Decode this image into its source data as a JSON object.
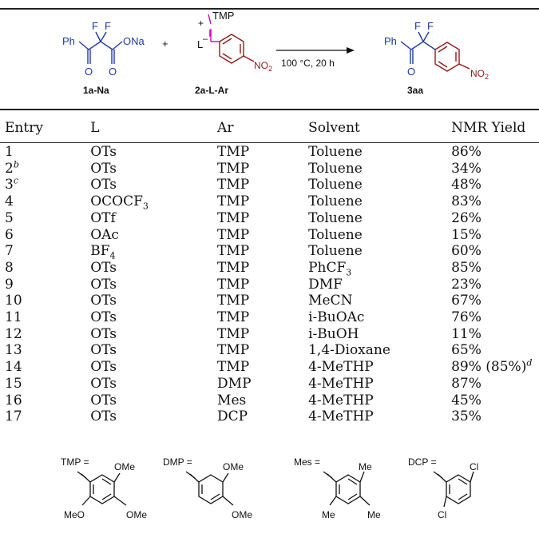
{
  "scheme": {
    "reactant1": {
      "ph": "Ph",
      "f1": "F",
      "f2": "F",
      "ona": "ONa",
      "o1": "O",
      "o2": "O",
      "label": "1a-Na"
    },
    "plus": "+",
    "reactant2": {
      "tmp": "TMP",
      "iodine": "I",
      "ligand": "L",
      "minus": "–",
      "plus_charge": "+",
      "no2": "NO2",
      "label": "2a-L-Ar"
    },
    "conditions": "100 °C, 20 h",
    "product": {
      "ph": "Ph",
      "f1": "F",
      "f2": "F",
      "o": "O",
      "no2": "NO2",
      "label": "3aa"
    }
  },
  "table": {
    "headers": [
      "Entry",
      "L",
      "Ar",
      "Solvent",
      "NMR Yield"
    ],
    "rows": [
      {
        "entry": "1",
        "entry_note": "",
        "l": "OTs",
        "l_sub": "",
        "ar": "TMP",
        "solvent": "Toluene",
        "solvent_sub": "",
        "yield": "86%",
        "yield_extra": "",
        "yield_note": ""
      },
      {
        "entry": "2",
        "entry_note": "b",
        "l": "OTs",
        "l_sub": "",
        "ar": "TMP",
        "solvent": "Toluene",
        "solvent_sub": "",
        "yield": "34%",
        "yield_extra": "",
        "yield_note": ""
      },
      {
        "entry": "3",
        "entry_note": "c",
        "l": "OTs",
        "l_sub": "",
        "ar": "TMP",
        "solvent": "Toluene",
        "solvent_sub": "",
        "yield": "48%",
        "yield_extra": "",
        "yield_note": ""
      },
      {
        "entry": "4",
        "entry_note": "",
        "l": "OCOCF",
        "l_sub": "3",
        "ar": "TMP",
        "solvent": "Toluene",
        "solvent_sub": "",
        "yield": "83%",
        "yield_extra": "",
        "yield_note": ""
      },
      {
        "entry": "5",
        "entry_note": "",
        "l": "OTf",
        "l_sub": "",
        "ar": "TMP",
        "solvent": "Toluene",
        "solvent_sub": "",
        "yield": "26%",
        "yield_extra": "",
        "yield_note": ""
      },
      {
        "entry": "6",
        "entry_note": "",
        "l": "OAc",
        "l_sub": "",
        "ar": "TMP",
        "solvent": "Toluene",
        "solvent_sub": "",
        "yield": "15%",
        "yield_extra": "",
        "yield_note": ""
      },
      {
        "entry": "7",
        "entry_note": "",
        "l": "BF",
        "l_sub": "4",
        "ar": "TMP",
        "solvent": "Toluene",
        "solvent_sub": "",
        "yield": "60%",
        "yield_extra": "",
        "yield_note": ""
      },
      {
        "entry": "8",
        "entry_note": "",
        "l": "OTs",
        "l_sub": "",
        "ar": "TMP",
        "solvent": "PhCF",
        "solvent_sub": "3",
        "yield": "85%",
        "yield_extra": "",
        "yield_note": ""
      },
      {
        "entry": "9",
        "entry_note": "",
        "l": "OTs",
        "l_sub": "",
        "ar": "TMP",
        "solvent": "DMF",
        "solvent_sub": "",
        "yield": "23%",
        "yield_extra": "",
        "yield_note": ""
      },
      {
        "entry": "10",
        "entry_note": "",
        "l": "OTs",
        "l_sub": "",
        "ar": "TMP",
        "solvent": "MeCN",
        "solvent_sub": "",
        "yield": "67%",
        "yield_extra": "",
        "yield_note": ""
      },
      {
        "entry": "11",
        "entry_note": "",
        "l": "OTs",
        "l_sub": "",
        "ar": "TMP",
        "solvent": "i-BuOAc",
        "solvent_sub": "",
        "yield": "76%",
        "yield_extra": "",
        "yield_note": ""
      },
      {
        "entry": "12",
        "entry_note": "",
        "l": "OTs",
        "l_sub": "",
        "ar": "TMP",
        "solvent": "i-BuOH",
        "solvent_sub": "",
        "yield": "11%",
        "yield_extra": "",
        "yield_note": ""
      },
      {
        "entry": "13",
        "entry_note": "",
        "l": "OTs",
        "l_sub": "",
        "ar": "TMP",
        "solvent": "1,4-Dioxane",
        "solvent_sub": "",
        "yield": "65%",
        "yield_extra": "",
        "yield_note": ""
      },
      {
        "entry": "14",
        "entry_note": "",
        "l": "OTs",
        "l_sub": "",
        "ar": "TMP",
        "solvent": "4-MeTHP",
        "solvent_sub": "",
        "yield": "89%",
        "yield_extra": " (85%)",
        "yield_note": "d"
      },
      {
        "entry": "15",
        "entry_note": "",
        "l": "OTs",
        "l_sub": "",
        "ar": "DMP",
        "solvent": "4-MeTHP",
        "solvent_sub": "",
        "yield": "87%",
        "yield_extra": "",
        "yield_note": ""
      },
      {
        "entry": "16",
        "entry_note": "",
        "l": "OTs",
        "l_sub": "",
        "ar": "Mes",
        "solvent": "4-MeTHP",
        "solvent_sub": "",
        "yield": "45%",
        "yield_extra": "",
        "yield_note": ""
      },
      {
        "entry": "17",
        "entry_note": "",
        "l": "OTs",
        "l_sub": "",
        "ar": "DCP",
        "solvent": "4-MeTHP",
        "solvent_sub": "",
        "yield": "35%",
        "yield_extra": "",
        "yield_note": ""
      }
    ]
  },
  "legend": [
    {
      "name": "TMP =",
      "subs": [
        "OMe",
        "MeO",
        "OMe"
      ]
    },
    {
      "name": "DMP =",
      "subs": [
        "OMe",
        "OMe"
      ]
    },
    {
      "name": "Mes =",
      "subs": [
        "Me",
        "Me",
        "Me"
      ]
    },
    {
      "name": "DCP =",
      "subs": [
        "Cl",
        "Cl"
      ]
    }
  ],
  "colors": {
    "blue": "#1f3aa8",
    "red": "#8e1b1b",
    "magenta": "#d000c0",
    "black": "#111111"
  }
}
